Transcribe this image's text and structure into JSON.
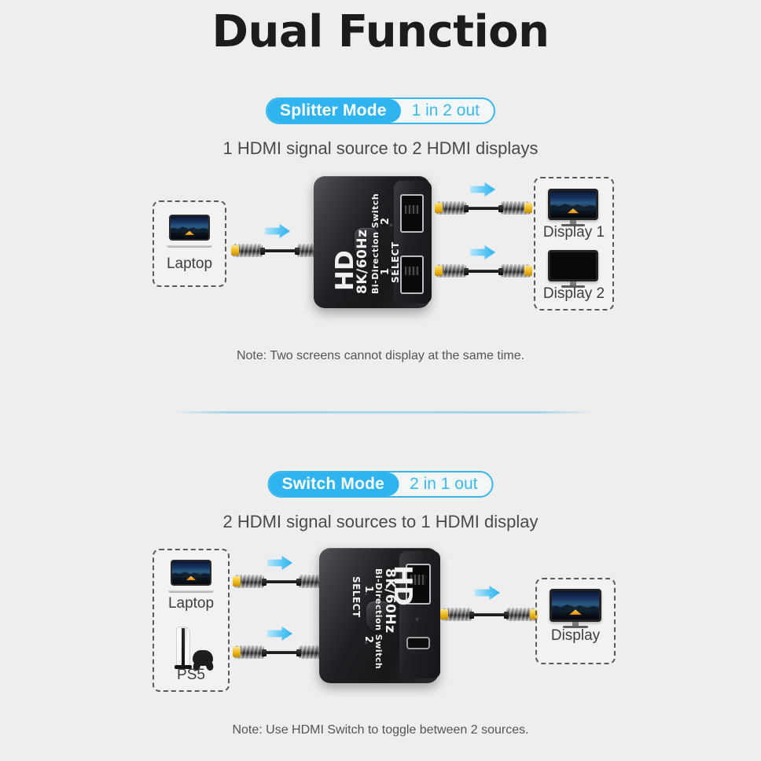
{
  "page": {
    "title": "Dual Function",
    "background_color": "#eeeeee",
    "accent_color": "#2fb4f0"
  },
  "device": {
    "brand": "HD",
    "spec": "8K/60Hz",
    "model_line": "Bi-Direction Switch",
    "select_label": "SELECT",
    "position_1": "1",
    "position_2": "2"
  },
  "sections": [
    {
      "id": "splitter",
      "badge": {
        "mode_label": "Splitter Mode",
        "io_label": "1 in 2 out"
      },
      "subtitle": "1 HDMI signal source to 2 HDMI displays",
      "note": "Note: Two screens cannot display at the same time.",
      "source_label": "Laptop",
      "outputs": [
        {
          "label": "Display 1",
          "screen_state": "on"
        },
        {
          "label": "Display 2",
          "screen_state": "off"
        }
      ]
    },
    {
      "id": "switch",
      "badge": {
        "mode_label": "Switch Mode",
        "io_label": "2 in 1 out"
      },
      "subtitle": "2 HDMI signal sources to 1 HDMI display",
      "note": "Note: Use HDMI Switch to toggle between 2 sources.",
      "sources": [
        {
          "label": "Laptop"
        },
        {
          "label": "PS5"
        }
      ],
      "output_label": "Display"
    }
  ],
  "icons": {
    "arrow": "arrow-right-icon",
    "cable": "hdmi-cable-icon",
    "laptop": "laptop-icon",
    "monitor": "monitor-icon",
    "console": "ps5-console-icon"
  }
}
